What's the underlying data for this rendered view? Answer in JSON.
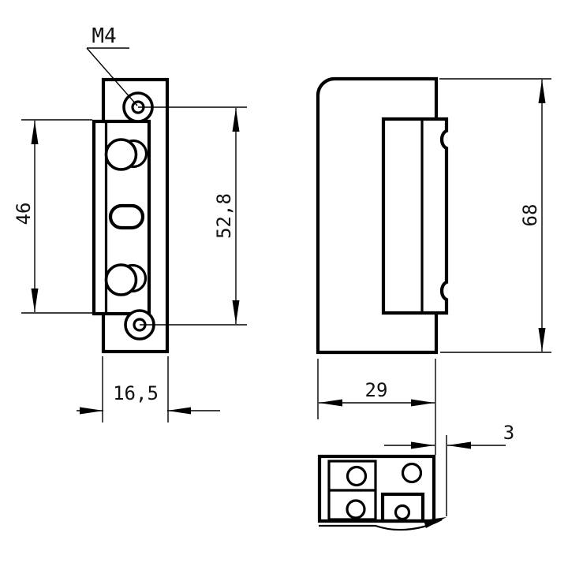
{
  "canvas": {
    "background_color": "#ffffff",
    "line_color": "#000000"
  },
  "front_view": {
    "thread_callout": "M4",
    "dim_plate_height": "46",
    "dim_screw_hole_spacing": "52,8",
    "dim_plate_width": "16,5"
  },
  "side_view": {
    "dim_overall_height": "68",
    "dim_overall_depth": "29"
  },
  "top_view": {
    "dim_faceplate_offset": "3"
  }
}
